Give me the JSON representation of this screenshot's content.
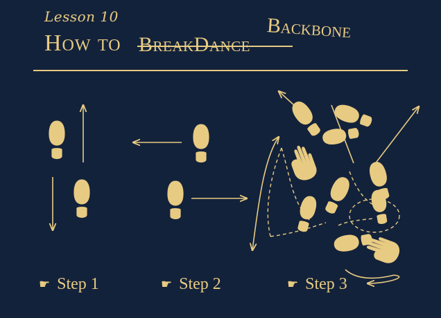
{
  "header": {
    "lesson": "Lesson 10",
    "how_to": "How to",
    "struck_title": "BreakDance",
    "replacement": "Backbone"
  },
  "steps": [
    {
      "label": "Step 1",
      "icon": "pointing-hand-icon"
    },
    {
      "label": "Step 2",
      "icon": "pointing-hand-icon"
    },
    {
      "label": "Step 3",
      "icon": "pointing-hand-icon"
    }
  ],
  "colors": {
    "background": "#13223b",
    "ink": "#e8cb82"
  }
}
